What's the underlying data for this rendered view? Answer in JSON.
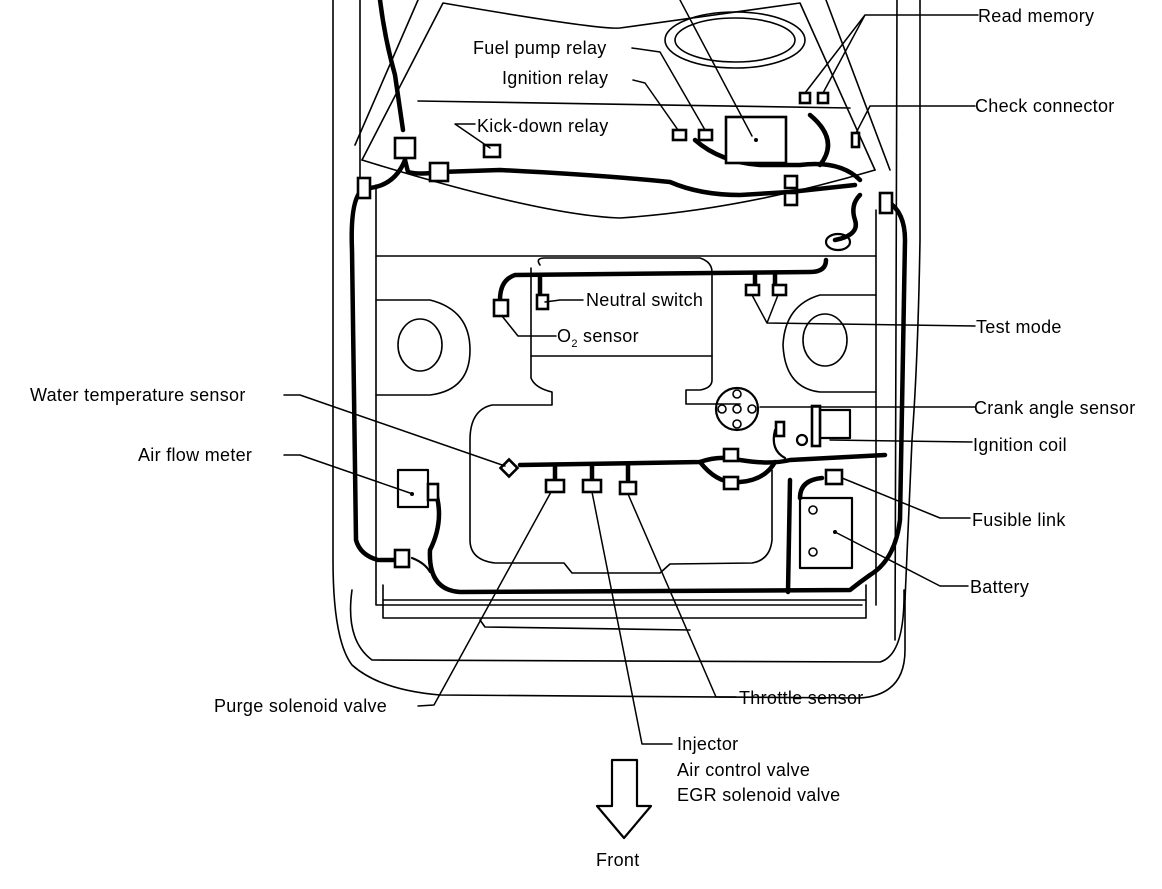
{
  "diagram": {
    "title": "Engine compartment component location",
    "labels": {
      "read_memory": "Read memory",
      "fuel_pump_relay": "Fuel pump relay",
      "ignition_relay": "Ignition relay",
      "check_connector": "Check connector",
      "kick_down_relay": "Kick-down relay",
      "neutral_switch": "Neutral switch",
      "o2_sensor_main": "O",
      "o2_sensor_sub": "2",
      "o2_sensor_rest": " sensor",
      "test_mode": "Test mode",
      "water_temperature_sensor": "Water temperature sensor",
      "crank_angle_sensor": "Crank angle sensor",
      "ignition_coil": "Ignition coil",
      "air_flow_meter": "Air flow meter",
      "fusible_link": "Fusible link",
      "battery": "Battery",
      "purge_solenoid_valve": "Purge solenoid valve",
      "throttle_sensor": "Throttle sensor",
      "injector": "Injector",
      "air_control_valve": "Air control valve",
      "egr_solenoid_valve": "EGR solenoid valve",
      "front": "Front"
    },
    "direction_indicator": {
      "icon": "arrow-down-icon",
      "meaning": "Front"
    }
  }
}
